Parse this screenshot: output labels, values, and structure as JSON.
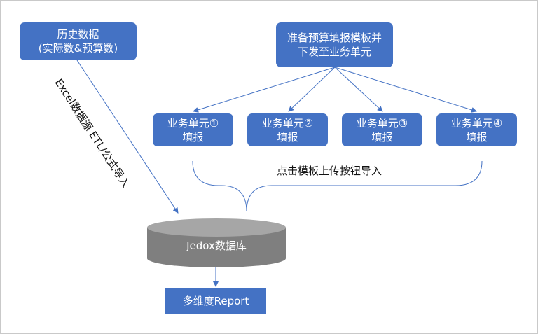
{
  "history": {
    "line1": "历史数据",
    "line2": "(实际数&预算数)"
  },
  "prepare": {
    "line1": "准备预算填报模板并",
    "line2": "下发至业务单元"
  },
  "units": [
    {
      "line1": "业务单元①",
      "line2": "填报"
    },
    {
      "line1": "业务单元②",
      "line2": "填报"
    },
    {
      "line1": "业务单元③",
      "line2": "填报"
    },
    {
      "line1": "业务单元④",
      "line2": "填报"
    }
  ],
  "upload_note": "点击模板上传按钮导入",
  "import_note": "Excel数据源  ETL/公式导入",
  "database": "Jedox数据库",
  "report": "多维度Report",
  "colors": {
    "box_fill": "#4472c4",
    "db_body": "#7f7f7f",
    "db_top": "#a6a6a6",
    "arrow": "#4472c4"
  }
}
